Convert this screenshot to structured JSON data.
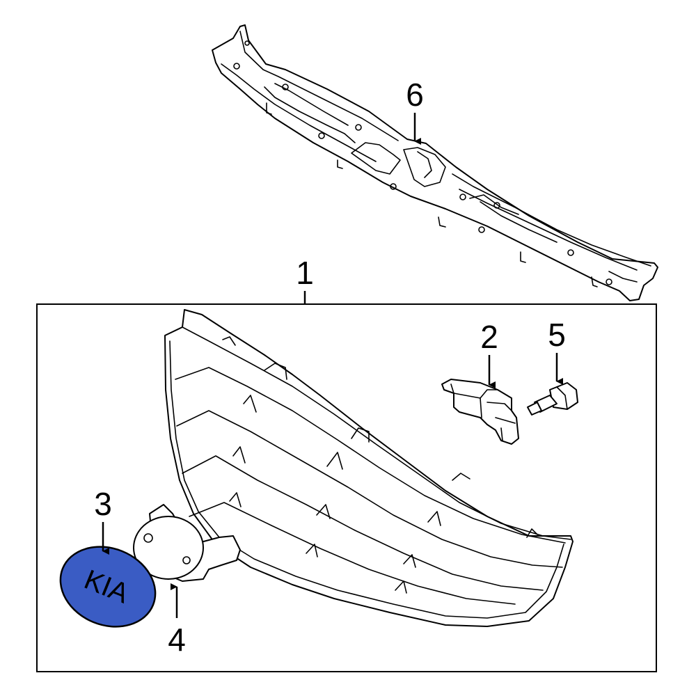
{
  "diagram": {
    "callouts": {
      "grille": "1",
      "bracket": "2",
      "emblem": "3",
      "emblem_base": "4",
      "screw": "5",
      "upper_cover": "6"
    },
    "emblem_text": "KIA",
    "colors": {
      "emblem_fill": "#3A5CC4",
      "line": "#000000",
      "background": "#FFFFFF"
    }
  }
}
